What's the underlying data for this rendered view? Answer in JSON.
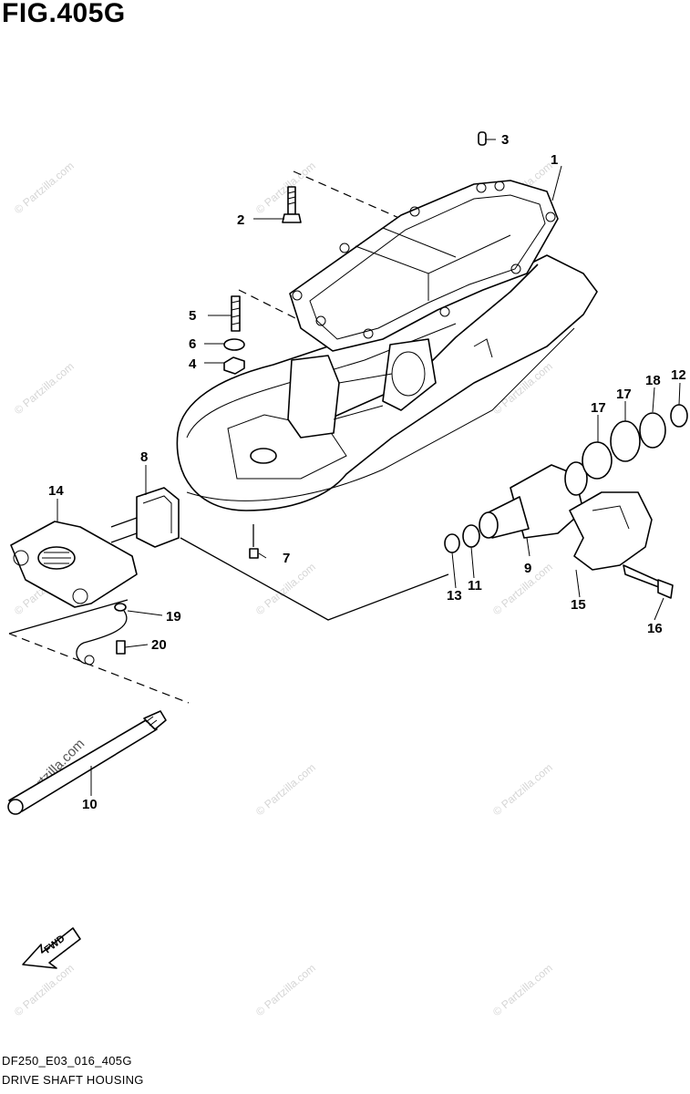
{
  "figure": {
    "title": "FIG.405G",
    "code": "DF250_E03_016_405G",
    "name": "DRIVE SHAFT HOUSING",
    "watermark": "© Partzilla.com",
    "fwd_label": "FWD"
  },
  "callouts": [
    "1",
    "2",
    "3",
    "4",
    "5",
    "6",
    "7",
    "8",
    "9",
    "10",
    "11",
    "12",
    "13",
    "14",
    "15",
    "16",
    "17",
    "17",
    "18",
    "19",
    "20"
  ],
  "colors": {
    "line": "#000000",
    "background": "#ffffff",
    "watermark": "#d6d6d6"
  }
}
